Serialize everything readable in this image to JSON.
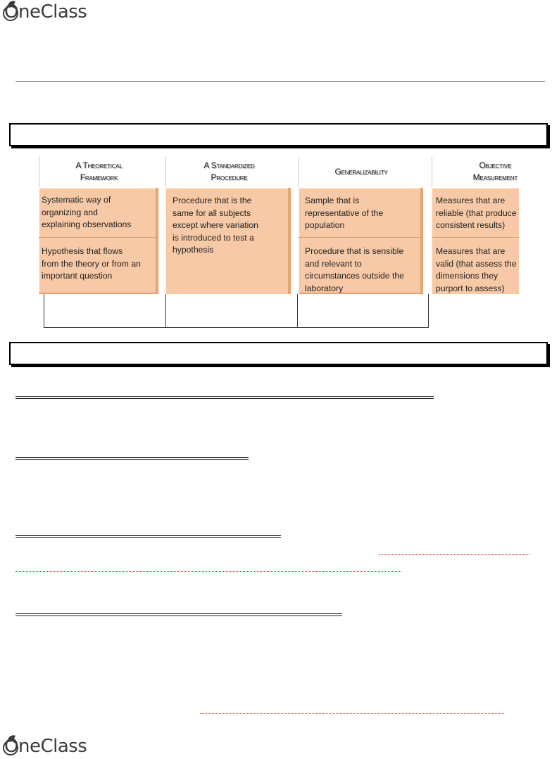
{
  "brand": {
    "logo_text": "OneClass"
  },
  "figure": {
    "columns": [
      {
        "heading_line1": "A Theoretical",
        "heading_line2": "Framework",
        "cells": [
          "Systematic way of organizing and explaining observations",
          "Hypothesis that flows from the theory or from an important question"
        ]
      },
      {
        "heading_line1": "A Standardized",
        "heading_line2": "Procedure",
        "cells": [
          "Procedure that is the same for all subjects except where variation is introduced to test a hypothesis"
        ]
      },
      {
        "heading_line1": "Generalizability",
        "heading_line2": "",
        "cells": [
          "Sample that is representative of the population",
          "Procedure that is sensible and relevant to circumstances outside the laboratory"
        ]
      },
      {
        "heading_line1": "Objective",
        "heading_line2": "Measurement",
        "cells": [
          "Measures that are reliable (that produce consistent results)",
          "Measures that are valid (that assess the dimensions they purport to assess)"
        ]
      }
    ],
    "colors": {
      "cell_fill": "#f7c9a6",
      "cell_edge": "#e8a36f"
    }
  },
  "colors": {
    "dotted_annotation": "#d23a3a",
    "rule": "#6a6a6a"
  }
}
